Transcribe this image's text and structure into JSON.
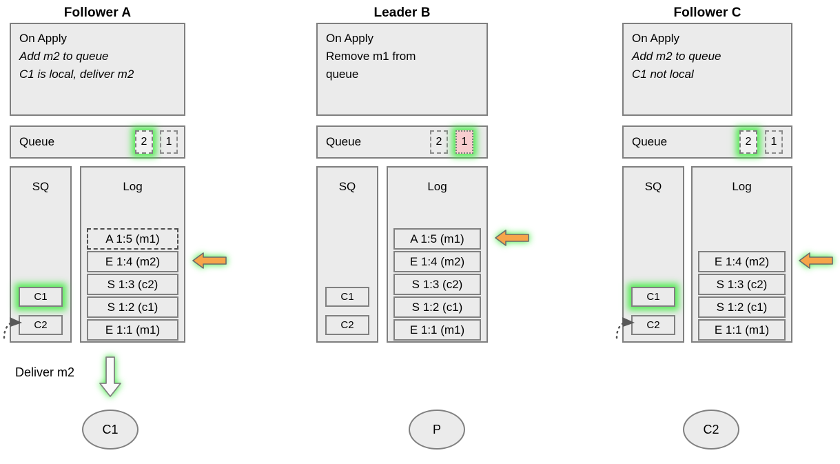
{
  "nodes": [
    {
      "title": "Follower A",
      "on_apply": {
        "heading": "On Apply",
        "lines": [
          "Add m2 to queue",
          "C1 is local, deliver m2"
        ]
      },
      "queue": {
        "label": "Queue",
        "items": [
          {
            "value": "2",
            "state": "highlighted"
          },
          {
            "value": "1",
            "state": "empty"
          }
        ]
      },
      "sq": {
        "header": "SQ",
        "entries": [
          {
            "label": "C1",
            "state": "highlighted"
          },
          {
            "label": "C2",
            "state": "normal"
          }
        ],
        "pointer": true
      },
      "log": {
        "header": "Log",
        "entries": [
          {
            "text": "A 1:5 (m1)",
            "style": "dashed",
            "arrow": false
          },
          {
            "text": "E 1:4 (m2)",
            "style": "solid",
            "arrow": true
          },
          {
            "text": "S 1:3 (c2)",
            "style": "solid",
            "arrow": false
          },
          {
            "text": "S 1:2 (c1)",
            "style": "solid",
            "arrow": false
          },
          {
            "text": "E 1:1 (m1)",
            "style": "solid",
            "arrow": false
          }
        ]
      },
      "deliver": {
        "label": "Deliver m2",
        "show": true
      },
      "client": "C1"
    },
    {
      "title": "Leader B",
      "on_apply": {
        "heading": "On Apply",
        "lines": [
          "Remove m1 from",
          "queue"
        ]
      },
      "queue": {
        "label": "Queue",
        "items": [
          {
            "value": "2",
            "state": "empty"
          },
          {
            "value": "1",
            "state": "highlighted-pink"
          }
        ]
      },
      "sq": {
        "header": "SQ",
        "entries": [
          {
            "label": "C1",
            "state": "normal"
          },
          {
            "label": "C2",
            "state": "normal"
          }
        ],
        "pointer": false
      },
      "log": {
        "header": "Log",
        "entries": [
          {
            "text": "A 1:5 (m1)",
            "style": "solid",
            "arrow": true
          },
          {
            "text": "E 1:4 (m2)",
            "style": "solid",
            "arrow": false
          },
          {
            "text": "S 1:3 (c2)",
            "style": "solid",
            "arrow": false
          },
          {
            "text": "S 1:2 (c1)",
            "style": "solid",
            "arrow": false
          },
          {
            "text": "E 1:1 (m1)",
            "style": "solid",
            "arrow": false
          }
        ]
      },
      "deliver": {
        "label": "",
        "show": false
      },
      "client": "P"
    },
    {
      "title": "Follower C",
      "on_apply": {
        "heading": "On Apply",
        "lines": [
          "Add m2 to queue",
          "C1 not local"
        ]
      },
      "queue": {
        "label": "Queue",
        "items": [
          {
            "value": "2",
            "state": "highlighted"
          },
          {
            "value": "1",
            "state": "empty"
          }
        ]
      },
      "sq": {
        "header": "SQ",
        "entries": [
          {
            "label": "C1",
            "state": "highlighted"
          },
          {
            "label": "C2",
            "state": "normal"
          }
        ],
        "pointer": true
      },
      "log": {
        "header": "Log",
        "entries": [
          {
            "text": "E 1:4 (m2)",
            "style": "solid",
            "arrow": true
          },
          {
            "text": "S 1:3 (c2)",
            "style": "solid",
            "arrow": false
          },
          {
            "text": "S 1:2 (c1)",
            "style": "solid",
            "arrow": false
          },
          {
            "text": "E 1:1 (m1)",
            "style": "solid",
            "arrow": false
          }
        ]
      },
      "deliver": {
        "label": "",
        "show": false
      },
      "client": "C2"
    }
  ],
  "colors": {
    "panel_fill": "#ebebeb",
    "panel_border": "#7f7f7f",
    "arrow_orange": "#f5a council",
    "arrow_fill": "#f6a councilx",
    "glow_green": "#3ceb3c",
    "queue_pink": "#f7ccce"
  }
}
